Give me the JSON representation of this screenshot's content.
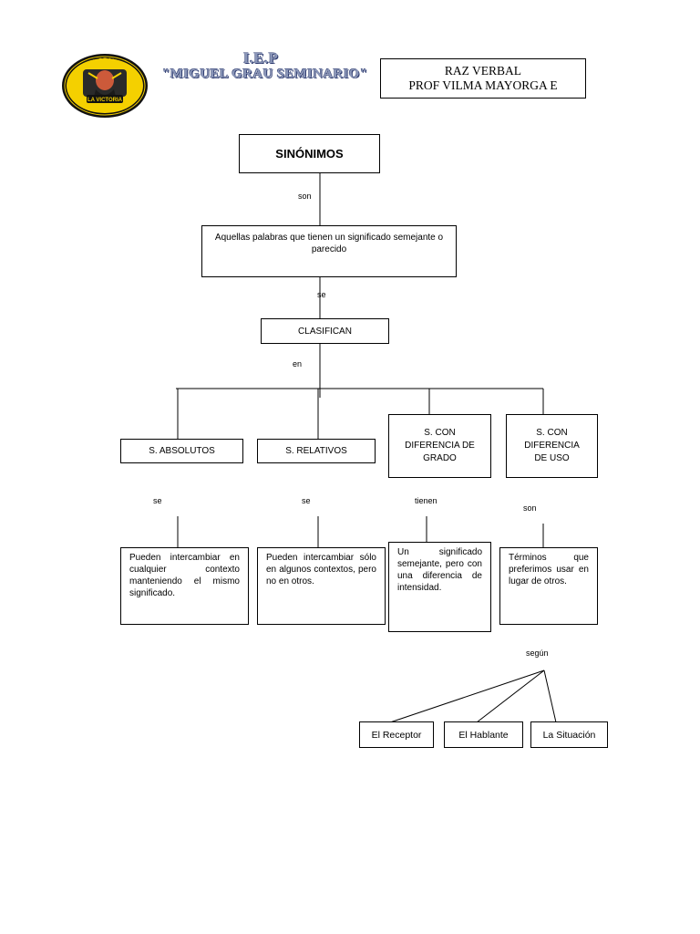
{
  "header": {
    "logo": {
      "ring_text": "I.E.P. MIGUEL GRAU SEMINARIO",
      "bottom_text": "LA VICTORIA",
      "colors": {
        "ring": "#000000",
        "fill": "#f4d000",
        "accent": "#cc2200"
      }
    },
    "school_line1": "I.E.P",
    "school_line2": "\"MIGUEL GRAU SEMINARIO\"",
    "course": "RAZ VERBAL",
    "teacher": "PROF VILMA MAYORGA E"
  },
  "map": {
    "title": "SINÓNIMOS",
    "link1": "son",
    "definition": "Aquellas palabras que tienen un significado semejante o parecido",
    "link2": "se",
    "classify": "CLASIFICAN",
    "link3": "en",
    "types": [
      {
        "label": "S. ABSOLUTOS",
        "link": "se",
        "description": "Pueden intercambiar en cualquier contexto manteniendo el mismo significado."
      },
      {
        "label": "S. RELATIVOS",
        "link": "se",
        "description": "Pueden intercambiar sólo en algunos contextos, pero no en otros."
      },
      {
        "label": "S. CON DIFERENCIA DE GRADO",
        "link": "tienen",
        "description": "Un significado semejante, pero con una diferencia de intensidad."
      },
      {
        "label": "S. CON DIFERENCIA DE USO",
        "link": "son",
        "description": "Términos que preferimos usar en lugar de otros."
      }
    ],
    "according_link": "según",
    "factors": [
      "El Receptor",
      "El Hablante",
      "La Situación"
    ]
  }
}
